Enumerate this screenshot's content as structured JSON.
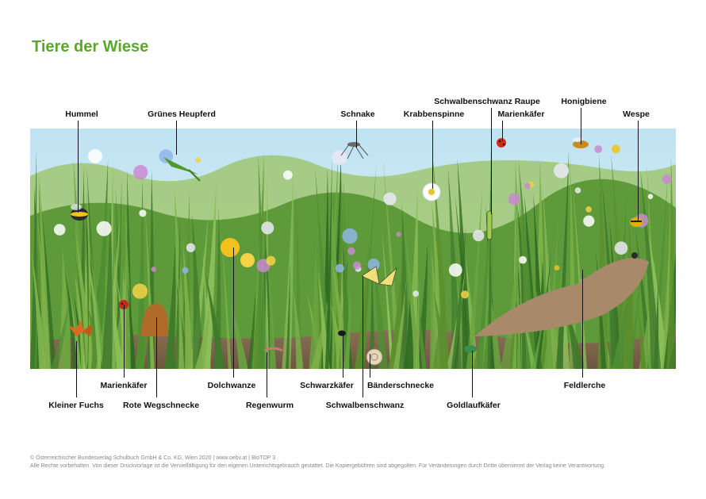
{
  "title": "Tiere der Wiese",
  "labels": {
    "hummel": "Hummel",
    "gruenes_heupferd": "Grünes Heupferd",
    "schnake": "Schnake",
    "krabbenspinne": "Krabbenspinne",
    "schwalbenschwanz_raupe": "Schwalbenschwanz Raupe",
    "marienkaefer_top": "Marienkäfer",
    "honigbiene": "Honigbiene",
    "wespe": "Wespe",
    "marienkaefer_bottom": "Marienkäfer",
    "kleiner_fuchs": "Kleiner Fuchs",
    "rote_wegschnecke": "Rote Wegschnecke",
    "dolchwanze": "Dolchwanze",
    "regenwurm": "Regenwurm",
    "schwarzkaefer": "Schwarzkäfer",
    "baenderschnecke": "Bänderschnecke",
    "schwalbenschwanz": "Schwalbenschwanz",
    "goldlaufkaefer": "Goldlaufkäfer",
    "feldlerche": "Feldlerche"
  },
  "footer": {
    "line1": "© Österreichischer Bundesverlag Schulbuch GmbH & Co. KG, Wien 2020 | www.oebv.at | BioTOP 3",
    "line2": "Alle Rechte vorbehalten. Von dieser Druckvorlage ist die Vervielfältigung für den eigenen Unterrichtsgebrauch gestattet. Die Kopiergebühren sind abgegolten. Für Veränderungen durch Dritte übernimmt der Verlag keine Verantwortung."
  },
  "colors": {
    "title": "#5aa82a",
    "sky": "#bfe3f2",
    "grass_dark": "#3f7a2c",
    "grass_light": "#7fb24a",
    "soil": "#8a6f55"
  }
}
